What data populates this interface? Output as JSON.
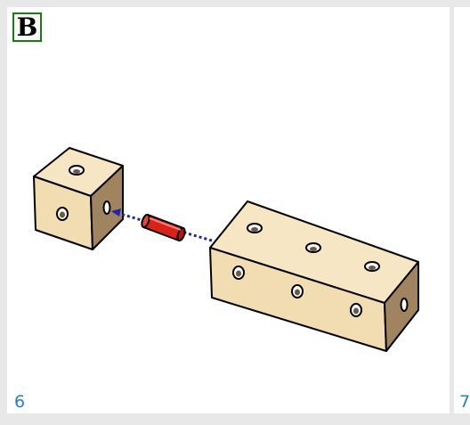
{
  "section": {
    "label": "B"
  },
  "steps": {
    "current": "6",
    "next": "7"
  },
  "colors": {
    "wood_top": "#f6e6c4",
    "wood_front": "#f2dcb2",
    "wood_side": "#a08460",
    "dowel": "#d9221a",
    "guide_line": "#1a28b0",
    "step_number": "#2a7fbf",
    "label_border": "#1a7a1a"
  },
  "icons": {
    "cube_block": "small-cube-block-icon",
    "long_block": "long-block-icon",
    "dowel": "dowel-pin-icon",
    "arrow": "insertion-arrow-icon"
  }
}
